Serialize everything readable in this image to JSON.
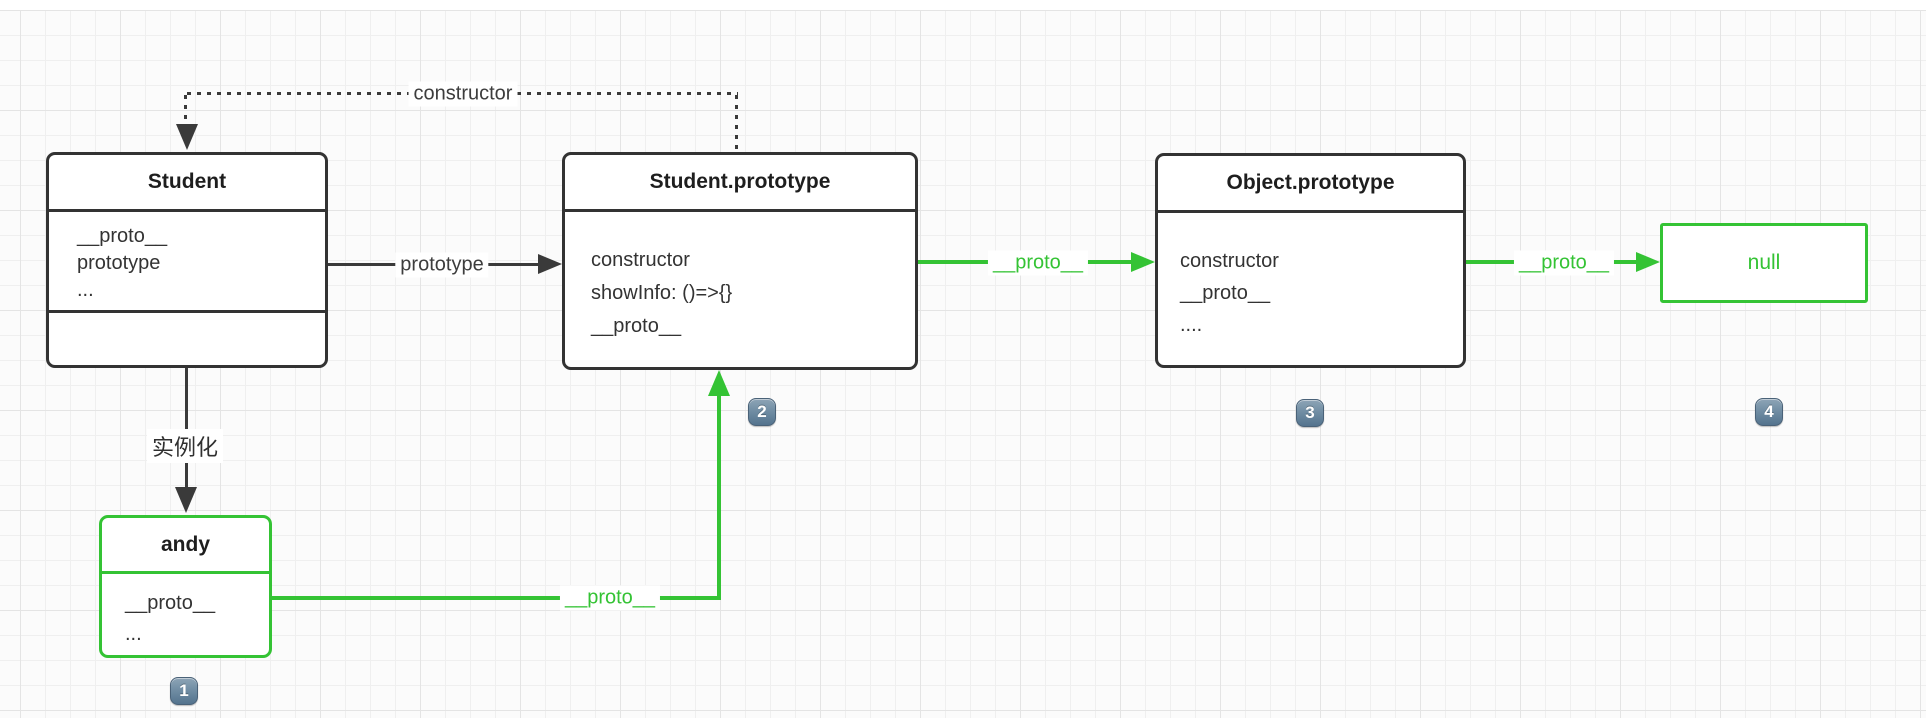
{
  "colors": {
    "accent_green": "#34c334",
    "line_black": "#3a3a3a",
    "badge_top": "#8da4b6",
    "badge_bottom": "#54738e",
    "node_background": "#ffffff"
  },
  "boxes": {
    "student": {
      "title": "Student",
      "rows": [
        "__proto__",
        "prototype",
        "..."
      ]
    },
    "student_prototype": {
      "title": "Student.prototype",
      "rows": [
        "constructor",
        "showInfo: ()=>{}",
        "__proto__"
      ]
    },
    "object_prototype": {
      "title": "Object.prototype",
      "rows": [
        "constructor",
        "__proto__",
        "...."
      ]
    },
    "andy": {
      "title": "andy",
      "rows": [
        "__proto__",
        "..."
      ]
    },
    "null_box": {
      "label": "null"
    }
  },
  "edges": {
    "constructor_label": "constructor",
    "prototype_label": "prototype",
    "instantiate_label": "实例化",
    "proto_label_1": "__proto__",
    "proto_label_2": "__proto__",
    "proto_label_3": "__proto__"
  },
  "badges": {
    "b1": "1",
    "b2": "2",
    "b3": "3",
    "b4": "4"
  }
}
